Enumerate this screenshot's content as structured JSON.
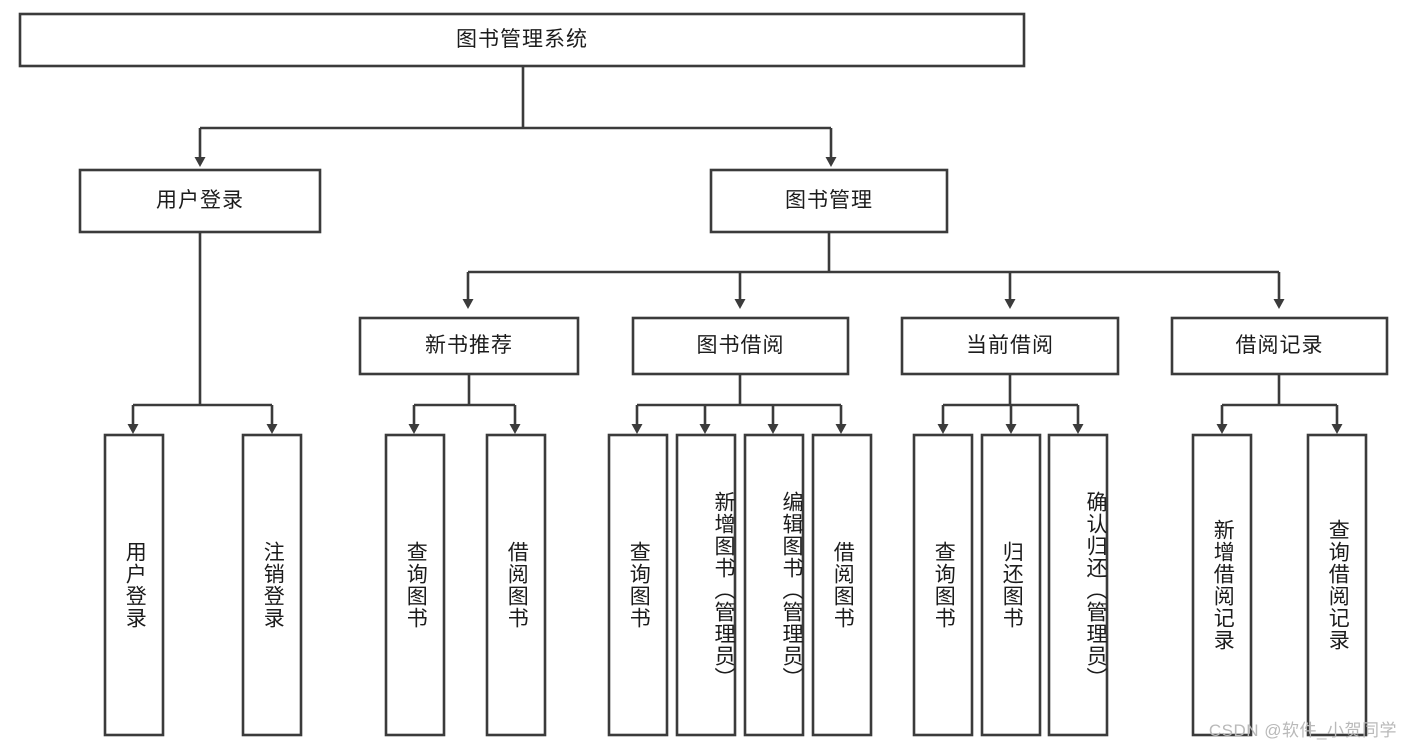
{
  "diagram": {
    "type": "tree-hierarchy",
    "title": "图书管理系统",
    "watermark": "CSDN @软件_小贺同学",
    "colors": {
      "box_stroke": "#3b3b3b",
      "box_fill": "#ffffff",
      "text": "#1c1c1c",
      "background": "#ffffff",
      "watermark": "#b9b9b9"
    },
    "levels": {
      "root": {
        "label": "图书管理系统"
      },
      "level2": [
        {
          "label": "用户登录"
        },
        {
          "label": "图书管理"
        }
      ],
      "level3": [
        {
          "label": "新书推荐"
        },
        {
          "label": "图书借阅"
        },
        {
          "label": "当前借阅"
        },
        {
          "label": "借阅记录"
        }
      ],
      "leaves": {
        "user_login": [
          {
            "label": "用户登录"
          },
          {
            "label": "注销登录"
          }
        ],
        "new_book_recommend": [
          {
            "label": "查询图书"
          },
          {
            "label": "借阅图书"
          }
        ],
        "book_borrow": [
          {
            "label": "查询图书"
          },
          {
            "label": "新增图书（管理员）"
          },
          {
            "label": "编辑图书（管理员）"
          },
          {
            "label": "借阅图书"
          }
        ],
        "current_borrow": [
          {
            "label": "查询图书"
          },
          {
            "label": "归还图书"
          },
          {
            "label": "确认归还（管理员）"
          }
        ],
        "borrow_record": [
          {
            "label": "新增借阅记录"
          },
          {
            "label": "查询借阅记录"
          }
        ]
      }
    }
  }
}
